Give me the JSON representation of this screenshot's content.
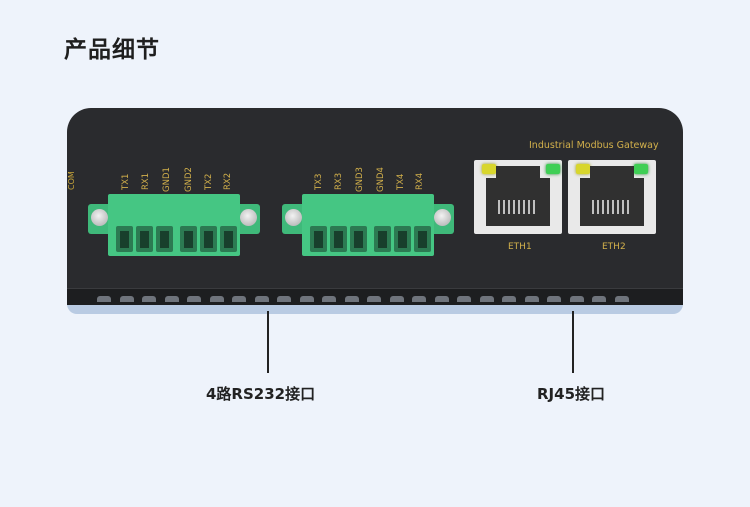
{
  "page": {
    "title": "产品细节"
  },
  "device": {
    "side_label": "COM",
    "brand": "Industrial Modbus Gateway",
    "connector_left": {
      "pins": [
        "TX1",
        "RX1",
        "GND1",
        "GND2",
        "TX2",
        "RX2"
      ]
    },
    "connector_right": {
      "pins": [
        "TX3",
        "RX3",
        "GND3",
        "GND4",
        "TX4",
        "RX4"
      ]
    },
    "ports": [
      {
        "label": "ETH1"
      },
      {
        "label": "ETH2"
      }
    ],
    "colors": {
      "body": "#2a2b2e",
      "terminal_green": "#45c683",
      "label_gold": "#d2b04b",
      "led_yellow": "#d8d62c",
      "led_green": "#3fcf55"
    }
  },
  "callouts": {
    "rs232": "4路RS232接口",
    "rj45": "RJ45接口"
  }
}
